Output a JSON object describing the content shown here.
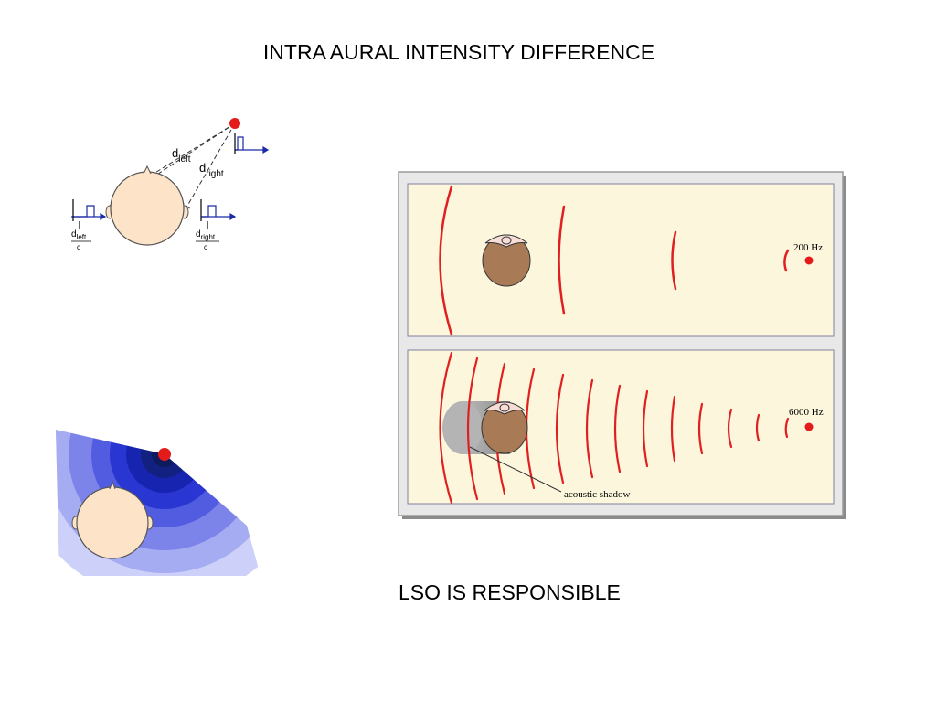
{
  "slide": {
    "title": "INTRA AURAL INTENSITY DIFFERENCE",
    "footer": "LSO IS RESPONSIBLE"
  },
  "head_diagram": {
    "d_left_label": "d",
    "d_left_sub": "left",
    "d_right_label": "d",
    "d_right_sub": "right",
    "left_fraction_num": "d",
    "left_fraction_sub": "left",
    "left_fraction_den": "c",
    "right_fraction_num": "d",
    "right_fraction_sub": "right",
    "right_fraction_den": "c"
  },
  "frequency_panel": {
    "low_freq_label": "200 Hz",
    "high_freq_label": "6000 Hz",
    "shadow_label": "acoustic shadow"
  },
  "colors": {
    "source_dot": "#e31b1b",
    "wave": "#e02020",
    "skin": "#fde3c8",
    "head_brown": "#a87a55",
    "panel_bg": "#fbf6dc",
    "signal_blue": "#1a2aa8"
  }
}
